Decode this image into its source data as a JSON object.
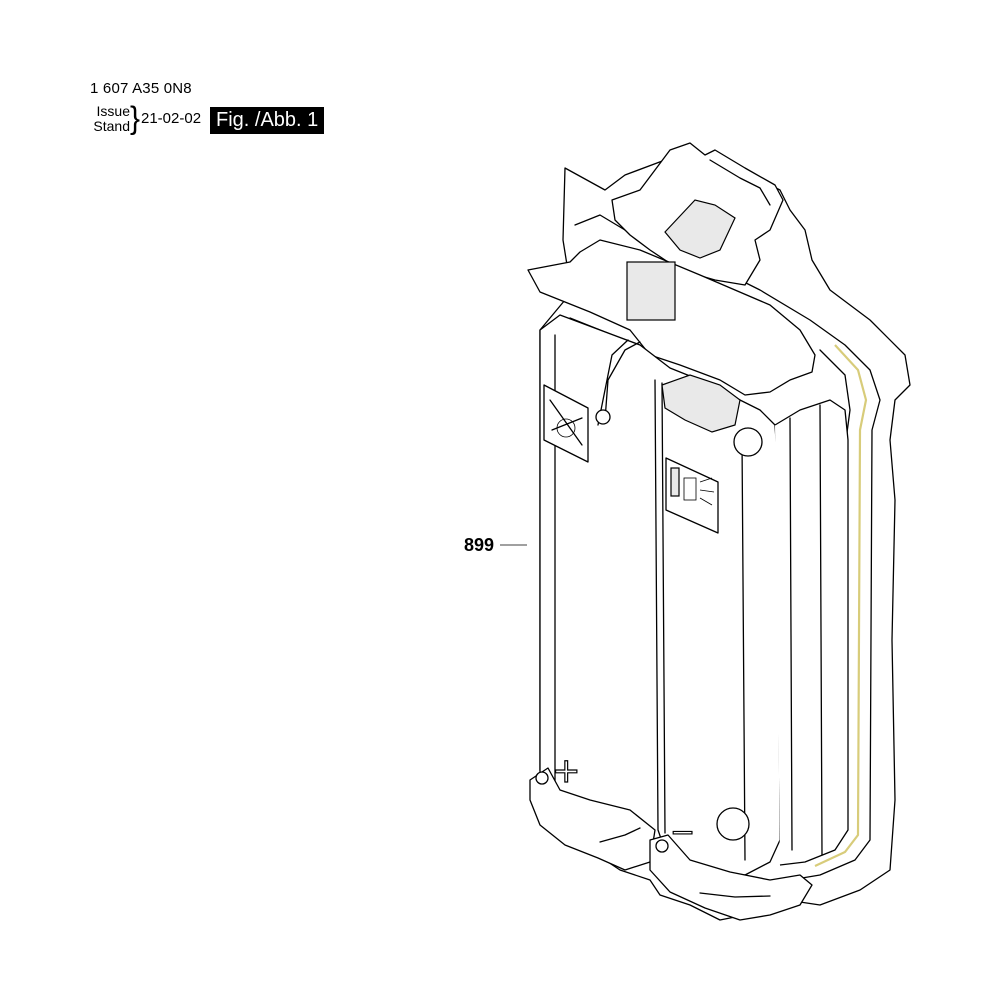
{
  "header": {
    "part_number": "1 607 A35 0N8",
    "issue_label": "Issue",
    "stand_label": "Stand",
    "issue_date": "21-02-02",
    "figure_label": "Fig. /Abb. 1"
  },
  "callouts": [
    {
      "label": "899"
    }
  ],
  "drawing": {
    "marks": {
      "plus": "+",
      "minus": "−"
    },
    "line_color": "#000000",
    "accent_color": "#d8cc7a"
  }
}
